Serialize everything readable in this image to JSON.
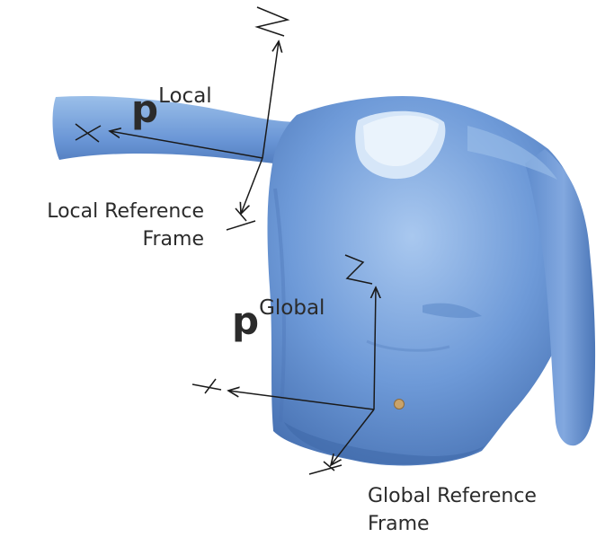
{
  "labels": {
    "p_local": {
      "base": "p",
      "sup": "Local"
    },
    "p_global": {
      "base": "p",
      "sup": "Global"
    },
    "local_frame_caption": [
      "Local Reference",
      "Frame"
    ],
    "global_frame_caption": [
      "Global Reference",
      "Frame"
    ]
  },
  "colors": {
    "body_base": "#6b97d6",
    "body_light": "#b7d1f0",
    "body_dark": "#3f6aaa",
    "axis": "#1a1a1a",
    "marker": "#c9a36a"
  }
}
